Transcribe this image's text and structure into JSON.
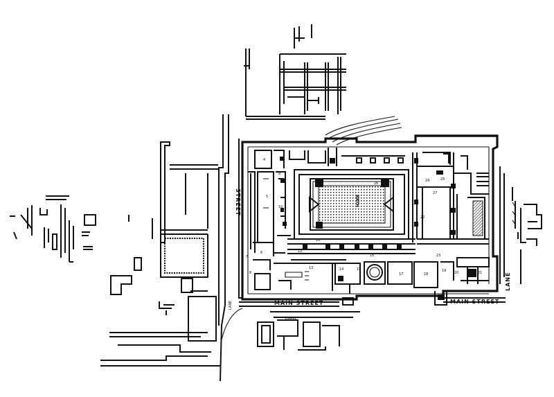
{
  "labels": {
    "street_west": "STREET",
    "main_street_left": "MAIN STREET",
    "main_street_right": "MAIN STREET",
    "lane": "LANE",
    "bath": "BATH",
    "drain": "DRAIN",
    "lane_small": "LANE"
  },
  "rooms": [
    {
      "id": "r4",
      "num": "4"
    },
    {
      "id": "r5",
      "num": "5"
    },
    {
      "id": "r6",
      "num": "6"
    },
    {
      "id": "r7",
      "num": "7"
    },
    {
      "id": "r8",
      "num": "8"
    },
    {
      "id": "r9",
      "num": "9"
    },
    {
      "id": "r10",
      "num": "10"
    },
    {
      "id": "r11",
      "num": "11"
    },
    {
      "id": "r12",
      "num": "12"
    },
    {
      "id": "r13",
      "num": "13"
    },
    {
      "id": "r14",
      "num": "14"
    },
    {
      "id": "r15",
      "num": "15"
    },
    {
      "id": "r16",
      "num": "16"
    },
    {
      "id": "r17",
      "num": "17"
    },
    {
      "id": "r18",
      "num": "18"
    },
    {
      "id": "r19",
      "num": "19"
    },
    {
      "id": "r20",
      "num": "20"
    },
    {
      "id": "r21",
      "num": "21"
    },
    {
      "id": "r22",
      "num": "22"
    },
    {
      "id": "r23",
      "num": "23"
    },
    {
      "id": "r24",
      "num": "24"
    },
    {
      "id": "r25",
      "num": "25"
    },
    {
      "id": "r26",
      "num": "26"
    },
    {
      "id": "r27",
      "num": "27"
    }
  ],
  "colors": {
    "ink": "#111111",
    "paper": "#ffffff"
  }
}
